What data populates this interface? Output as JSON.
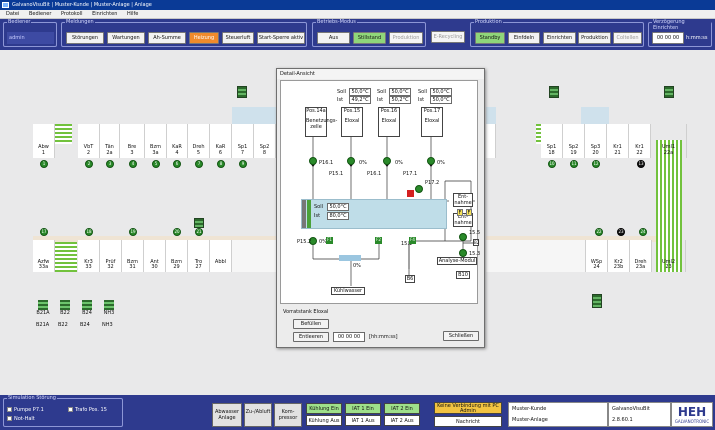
{
  "window": {
    "title": "GalvanoVisuBit | Muster-Kunde | Muster-Anlage | Anlage"
  },
  "menu": [
    "Datei",
    "Bediener",
    "Protokoll",
    "Einrichten",
    "Hilfe"
  ],
  "top": {
    "bediener": {
      "label": "Bediener",
      "user": "admin"
    },
    "meldungen": {
      "label": "Meldungen",
      "buttons": [
        "Störungen",
        "Wartungen",
        "Ah-Summe",
        "Heizung",
        "Steuerluft",
        "Start-Sperre aktiv"
      ]
    },
    "betrieb": {
      "label": "Betriebs-Modus",
      "buttons": [
        "Aus",
        "Stillstand",
        "Produktion"
      ]
    },
    "recycling": "E-Recycling",
    "produktion": {
      "label": "Produktion",
      "buttons": [
        "Standby",
        "Einfdeln",
        "Einrichten",
        "Produktion",
        "Coltellen"
      ]
    },
    "verzoegerung": {
      "label": "Verzögerung Einrichten",
      "time": "00 00 00",
      "unit": "h:mm:ss"
    }
  },
  "tanks_top": [
    {
      "name": "Abw",
      "num": "1"
    },
    {
      "name": "VbT",
      "num": "2"
    },
    {
      "name": "Tän",
      "num": "2a"
    },
    {
      "name": "Bre",
      "num": "3"
    },
    {
      "name": "Bzm",
      "num": "3a"
    },
    {
      "name": "KaR",
      "num": "4"
    },
    {
      "name": "Dreh",
      "num": "5"
    },
    {
      "name": "KaR",
      "num": "6"
    },
    {
      "name": "Sp1",
      "num": "7"
    },
    {
      "name": "Sp2",
      "num": "8"
    },
    {
      "name": "Sp1",
      "num": "18"
    },
    {
      "name": "Sp2",
      "num": "19"
    },
    {
      "name": "Sp3",
      "num": "20"
    },
    {
      "name": "Kr1",
      "num": "21"
    },
    {
      "name": "Kr1",
      "num": "22"
    },
    {
      "name": "Uml1",
      "num": "22a"
    }
  ],
  "tanks_bottom": [
    {
      "name": "Azfw",
      "num": "33a"
    },
    {
      "name": "Kr3",
      "num": "33"
    },
    {
      "name": "Prüf",
      "num": "32"
    },
    {
      "name": "Bzm",
      "num": "31"
    },
    {
      "name": "Ant",
      "num": "30"
    },
    {
      "name": "Bzm",
      "num": "29"
    },
    {
      "name": "Tro",
      "num": "27"
    },
    {
      "name": "Abbl",
      "num": ""
    },
    {
      "name": "WSp",
      "num": "24"
    },
    {
      "name": "Kr2",
      "num": "23b"
    },
    {
      "name": "Dreh",
      "num": "23a"
    },
    {
      "name": "Uml2",
      "num": "23"
    }
  ],
  "dots_top": [
    "1",
    "2",
    "3",
    "4",
    "5",
    "6",
    "7",
    "8",
    "9",
    "10",
    "11",
    "12",
    "13"
  ],
  "dots_bottom": [
    "17",
    "18",
    "19",
    "20",
    "21",
    "22",
    "23",
    "24"
  ],
  "storage": [
    "B21A",
    "B22",
    "B24",
    "NH3",
    "B21A",
    "B22",
    "B24",
    "NH3"
  ],
  "detail": {
    "title": "Detail-Ansicht",
    "positions": [
      {
        "pos": "Pos.14a",
        "name": "Benetzungs-zelle"
      },
      {
        "pos": "Pos.15",
        "name": "Eloxal",
        "soll": "50,0°C",
        "ist": "49,2°C"
      },
      {
        "pos": "Pos.16",
        "name": "Eloxal",
        "soll": "50,0°C",
        "ist": "50,2°C"
      },
      {
        "pos": "Pos.17",
        "name": "Eloxal",
        "soll": "50,0°C",
        "ist": "50,0°C"
      }
    ],
    "soll_label": "Soll",
    "ist_label": "Ist",
    "main_soll": "50,0°C",
    "main_ist": "80,0°C",
    "labels": {
      "p161": "P16.1",
      "p151": "P15.1",
      "p161b": "P16.1",
      "p171": "P17.1",
      "p172": "P17.2",
      "p152": "P15.2",
      "p0a": "0%",
      "p0b": "0%",
      "p0c": "0%",
      "p0d": "0%",
      "p0e": "0%",
      "f1": "F1",
      "f2": "F2",
      "f4": "F4",
      "e151": "15.1",
      "b6": "B6",
      "b10": "B10",
      "b2": "B2",
      "b153": "15.3",
      "b155": "15.5",
      "entnahme1": "Ent-nahme",
      "entnahme2": "Ent-nahme",
      "analyse": "Analyse-Modul",
      "kuehl": "Kühlwasser",
      "ff1": "F",
      "ff2": "F"
    },
    "vorrat": {
      "label": "Vorratstank Eloxal",
      "befuellen": "Befüllen",
      "entleeren": "Entleeren",
      "time": "00 00 00",
      "unit": "[hh:mm:ss]"
    },
    "close": "Schließen"
  },
  "bottom": {
    "sim_label": "Simulation Störung",
    "checks": [
      "Pumpe P7.1",
      "Trafo Pos. 15",
      "Not-Halt"
    ],
    "buttons": [
      "Abwasser Anlage",
      "Zu-/Abluft",
      "Kom-pressor"
    ],
    "kuehl_ein": "Kühlung Ein",
    "kuehl_aus": "Kühlung Aus",
    "iat1_ein": "IAT 1 Ein",
    "iat1_aus": "IAT 1 Aus",
    "iat2_ein": "IAT 2 Ein",
    "iat2_aus": "IAT 2 Aus",
    "warn": "Keine Verbindung mit PC Admin",
    "nachricht": "Nachricht",
    "kunde": "Muster-Kunde",
    "anlage": "Muster-Anlage",
    "product": "GalvanoVisuBit",
    "version": "2.8.60.1",
    "logo": "HEH",
    "logo_sub": "GALVANOTRONIC"
  },
  "colors": {
    "topbar": "#2e3a8e",
    "active": "#8fd67a",
    "warn": "#f08a2c",
    "heater": "#d42020"
  }
}
